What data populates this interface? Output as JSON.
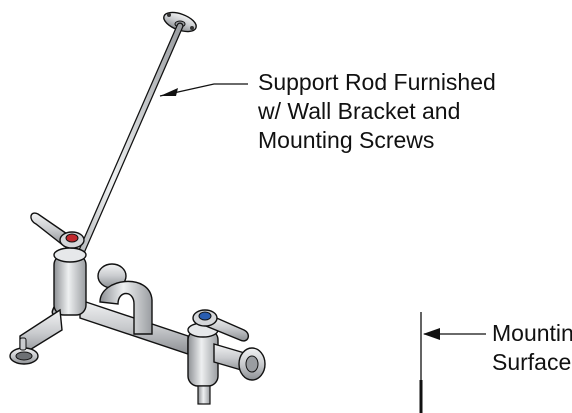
{
  "callouts": {
    "support_rod": {
      "lines": [
        "Support Rod Furnished",
        "w/ Wall Bracket and",
        "Mounting Screws"
      ]
    },
    "mounting_surface": {
      "lines": [
        "Mounting",
        "Surface"
      ]
    }
  },
  "colors": {
    "line": "#111111",
    "metal": "#c9cbce",
    "metal_shadow": "#8d9094",
    "hot_indicator": "#c0282d",
    "cold_indicator": "#2a5db0"
  },
  "icons": [
    "faucet-illustration",
    "support-rod",
    "wall-bracket",
    "hot-handle",
    "cold-handle",
    "arrow-head"
  ]
}
